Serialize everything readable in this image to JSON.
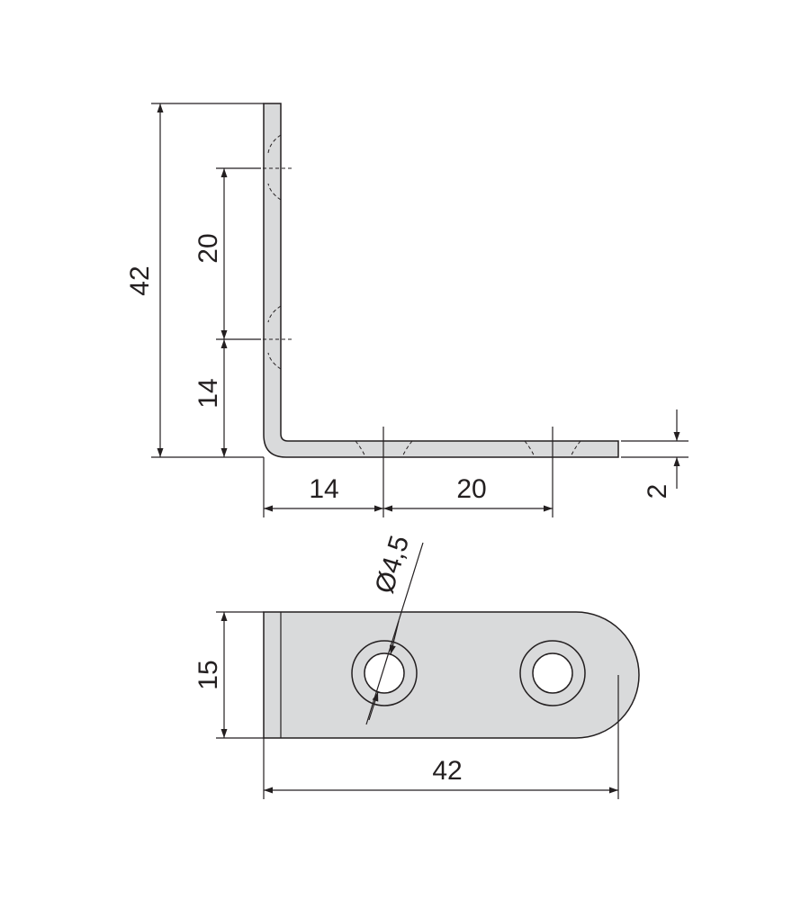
{
  "colors": {
    "part_fill": "#d9dadb",
    "ink": "#231f20",
    "background": "#ffffff"
  },
  "side_view": {
    "height_total": "42",
    "height_hole_spacing": "20",
    "height_to_first_hole": "14",
    "length_to_first_hole": "14",
    "length_hole_spacing": "20",
    "thickness": "2"
  },
  "top_view": {
    "hole_diameter": "Ø4,5",
    "width": "15",
    "length": "42"
  }
}
